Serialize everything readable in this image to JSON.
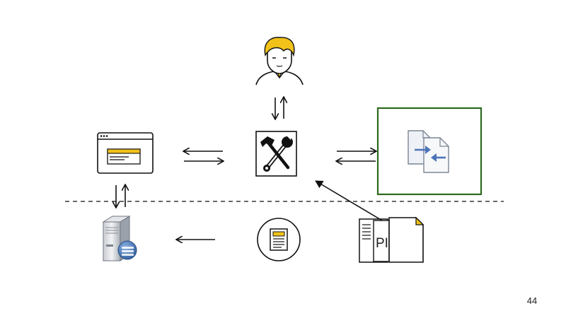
{
  "slide": {
    "page_number": "44",
    "pdf_fragment": "PI"
  },
  "nodes": [
    {
      "id": "user",
      "icon": "person-icon"
    },
    {
      "id": "tools",
      "icon": "wrench-hammer-icon"
    },
    {
      "id": "browser",
      "icon": "browser-window-icon"
    },
    {
      "id": "compare",
      "icon": "document-compare-icon"
    },
    {
      "id": "server",
      "icon": "database-server-icon"
    },
    {
      "id": "document",
      "icon": "document-icon"
    },
    {
      "id": "pdf-files",
      "icon": "pdf-files-icon"
    }
  ],
  "colors": {
    "line": "#111111",
    "accent_yellow": "#f2c21b",
    "highlight_border": "#2d6a1f",
    "compare_arrow": "#4b73b8",
    "server_blue": "#3f6ca8"
  }
}
